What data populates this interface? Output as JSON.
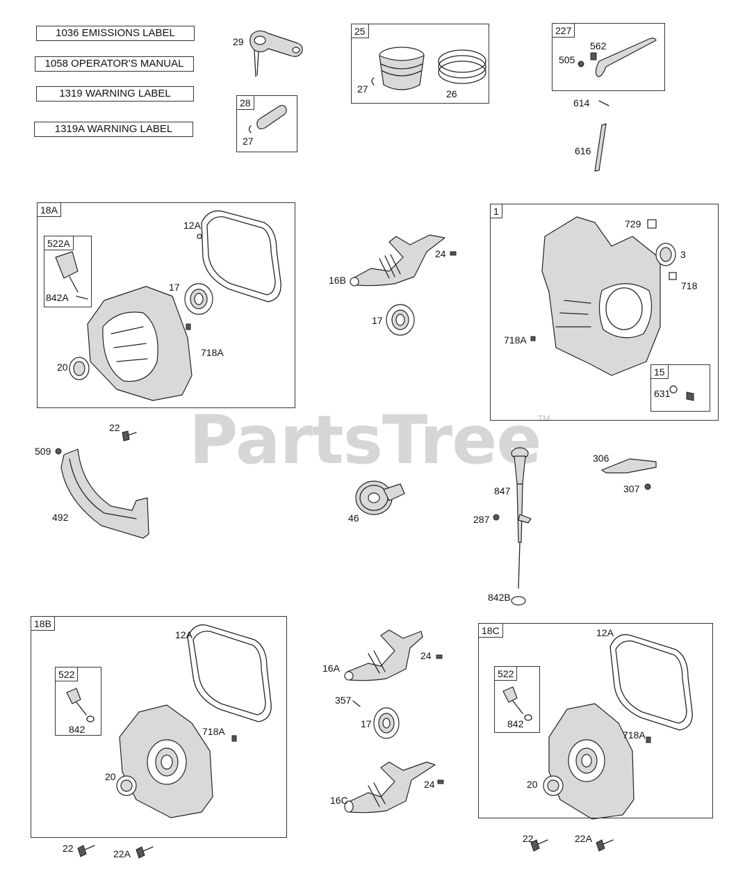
{
  "watermark": {
    "text": "PartsTree",
    "tm": "TM"
  },
  "label_parts": [
    "1036 EMISSIONS LABEL",
    "1058 OPERATOR'S MANUAL",
    "1319 WARNING LABEL",
    "1319A WARNING LABEL"
  ],
  "groups": {
    "g25": "25",
    "g227": "227",
    "g28": "28",
    "g18A": "18A",
    "g522A": "522A",
    "g1": "1",
    "g15": "15",
    "g18B": "18B",
    "g522a": "522",
    "g18C": "18C",
    "g522b": "522"
  },
  "callouts": {
    "c29": "29",
    "c27a": "27",
    "c26": "26",
    "c27b": "27",
    "c562": "562",
    "c505": "505",
    "c614": "614",
    "c616": "616",
    "c12A_1": "12A",
    "c17_1": "17",
    "c842A": "842A",
    "c718A_1": "718A",
    "c20_1": "20",
    "c24_1": "24",
    "c16B": "16B",
    "c17_2": "17",
    "c729": "729",
    "c3": "3",
    "c718": "718",
    "c718A_2": "718A",
    "c631": "631",
    "c22_1": "22",
    "c509": "509",
    "c492": "492",
    "c306": "306",
    "c307": "307",
    "c46": "46",
    "c847": "847",
    "c287": "287",
    "c842B": "842B",
    "c12A_2": "12A",
    "c842_1": "842",
    "c718A_3": "718A",
    "c20_2": "20",
    "c16A": "16A",
    "c24_2": "24",
    "c357": "357",
    "c17_3": "17",
    "c16C": "16C",
    "c24_3": "24",
    "c12A_3": "12A",
    "c842_2": "842",
    "c718A_4": "718A",
    "c20_3": "20",
    "c22_2": "22",
    "c22A_1": "22A",
    "c22_3": "22",
    "c22A_2": "22A"
  }
}
